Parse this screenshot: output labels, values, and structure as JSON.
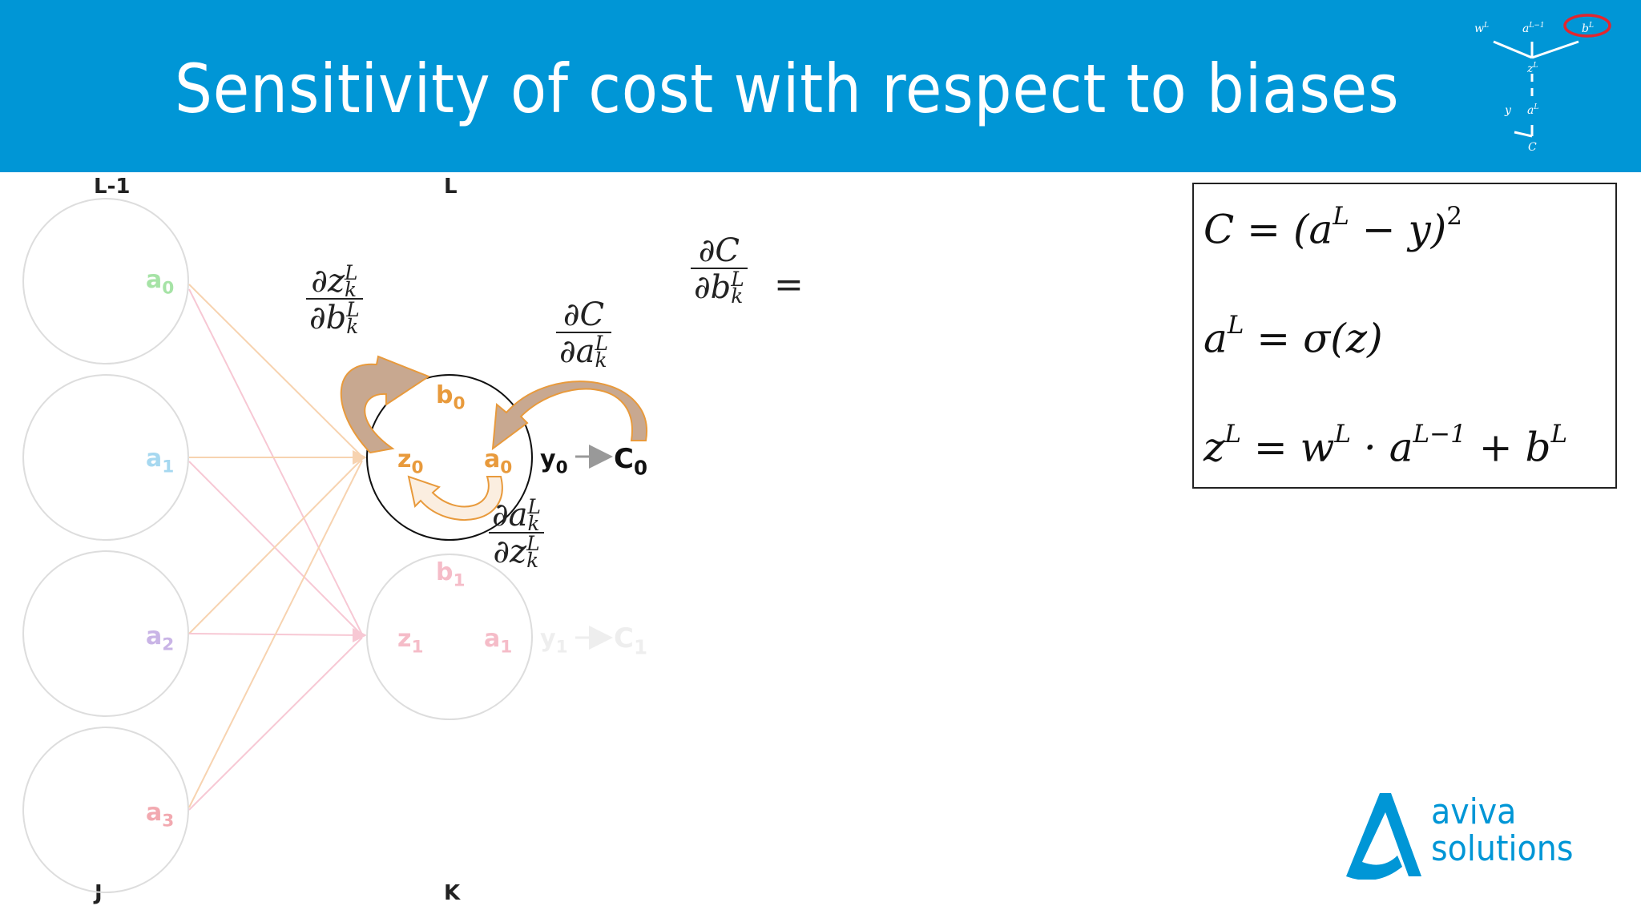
{
  "slide": {
    "title": "Sensitivity of cost with respect to biases",
    "banner_color": "#0096d6"
  },
  "mini_tree": {
    "nodes": [
      "w",
      "a",
      "b",
      "z",
      "y",
      "a",
      "C"
    ],
    "superscripts": [
      "L",
      "L−1",
      "L",
      "L",
      "",
      "L",
      ""
    ],
    "highlighted": "b",
    "highlight_color": "#e3262e"
  },
  "layers": {
    "prev_top": "L-1",
    "curr_top": "L",
    "prev_bottom": "J",
    "curr_bottom": "K"
  },
  "prev_layer": {
    "activations": [
      {
        "base": "a",
        "sub": "0",
        "color": "#a6e3a6"
      },
      {
        "base": "a",
        "sub": "1",
        "color": "#a6d8f0"
      },
      {
        "base": "a",
        "sub": "2",
        "color": "#c9b4e6"
      },
      {
        "base": "a",
        "sub": "3",
        "color": "#f2a9b0"
      }
    ]
  },
  "neuron0": {
    "b": {
      "base": "b",
      "sub": "0"
    },
    "z": {
      "base": "z",
      "sub": "0"
    },
    "a": {
      "base": "a",
      "sub": "0"
    },
    "y": {
      "base": "y",
      "sub": "0"
    },
    "c": {
      "base": "C",
      "sub": "0"
    },
    "label_color": "#e89a3c"
  },
  "neuron1": {
    "b": {
      "base": "b",
      "sub": "1"
    },
    "z": {
      "base": "z",
      "sub": "1"
    },
    "a": {
      "base": "a",
      "sub": "1"
    },
    "y": {
      "base": "y",
      "sub": "1"
    },
    "c": {
      "base": "C",
      "sub": "1"
    },
    "label_color": "#f5bcc8"
  },
  "derivatives": {
    "dz_db": {
      "num": "∂z",
      "num_sup": "L",
      "num_sub": "k",
      "den": "∂b",
      "den_sup": "L",
      "den_sub": "k"
    },
    "dc_da": {
      "num": "∂C",
      "den": "∂a",
      "den_sup": "L",
      "den_sub": "k"
    },
    "da_dz": {
      "num": "∂a",
      "num_sup": "L",
      "num_sub": "k",
      "den": "∂z",
      "den_sup": "L",
      "den_sub": "k"
    },
    "dc_db": {
      "num": "∂C",
      "den": "∂b",
      "den_sup": "L",
      "den_sub": "k",
      "equals": "="
    }
  },
  "formulas": {
    "cost": {
      "text": "C = (a",
      "sup1": "L",
      "mid": " − y)",
      "sup2": "2"
    },
    "activation": {
      "text": "a",
      "sup1": "L",
      "rest": " = σ(z)"
    },
    "weighted": {
      "text": "z",
      "sup1": "L",
      "mid1": " = w",
      "sup2": "L",
      "mid2": " · a",
      "sup3": "L−1",
      "mid3": " + b",
      "sup4": "L"
    }
  },
  "logo": {
    "line1": "aviva",
    "line2": "solutions",
    "color": "#0096d6"
  }
}
